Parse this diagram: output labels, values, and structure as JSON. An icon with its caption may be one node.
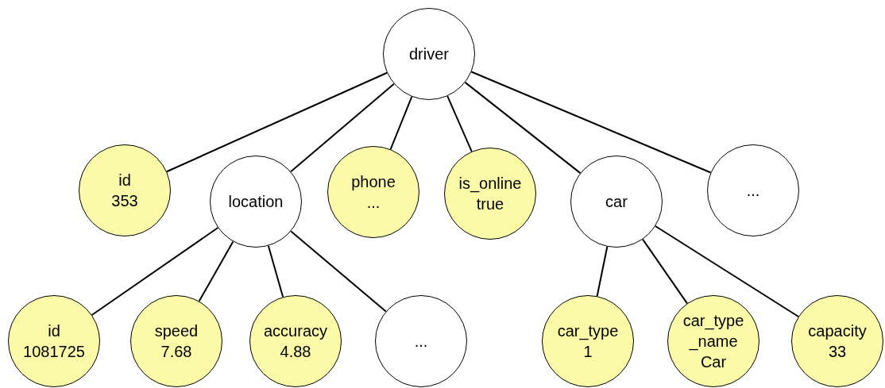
{
  "diagram": {
    "nodes": [
      {
        "text": [
          "driver"
        ]
      },
      {
        "text": [
          "id",
          "353"
        ]
      },
      {
        "text": [
          "location"
        ]
      },
      {
        "text": [
          "phone",
          "..."
        ]
      },
      {
        "text": [
          "is_online",
          "true"
        ]
      },
      {
        "text": [
          "car"
        ]
      },
      {
        "text": [
          "..."
        ]
      },
      {
        "text": [
          "id",
          "1081725"
        ]
      },
      {
        "text": [
          "speed",
          "7.68"
        ]
      },
      {
        "text": [
          "accuracy",
          "4.88"
        ]
      },
      {
        "text": [
          "..."
        ]
      },
      {
        "text": [
          "car_type",
          "1"
        ]
      },
      {
        "text": [
          "car_type _name",
          "Car"
        ]
      },
      {
        "text": [
          "capacity",
          "33"
        ]
      }
    ],
    "edges": [
      {
        "from": 0,
        "to": 1,
        "arrow": "none"
      },
      {
        "from": 0,
        "to": 2,
        "arrow": "none"
      },
      {
        "from": 0,
        "to": 3,
        "arrow": "none"
      },
      {
        "from": 0,
        "to": 4,
        "arrow": "none"
      },
      {
        "from": 0,
        "to": 5,
        "arrow": "none"
      },
      {
        "from": 0,
        "to": 6,
        "arrow": "none"
      },
      {
        "from": 2,
        "to": 7,
        "arrow": "none"
      },
      {
        "from": 2,
        "to": 8,
        "arrow": "none"
      },
      {
        "from": 2,
        "to": 9,
        "arrow": "none"
      },
      {
        "from": 2,
        "to": 10,
        "arrow": "none"
      },
      {
        "from": 5,
        "to": 11,
        "arrow": "none"
      },
      {
        "from": 5,
        "to": 12,
        "arrow": "none"
      },
      {
        "from": 5,
        "to": 13,
        "arrow": "none"
      }
    ]
  }
}
